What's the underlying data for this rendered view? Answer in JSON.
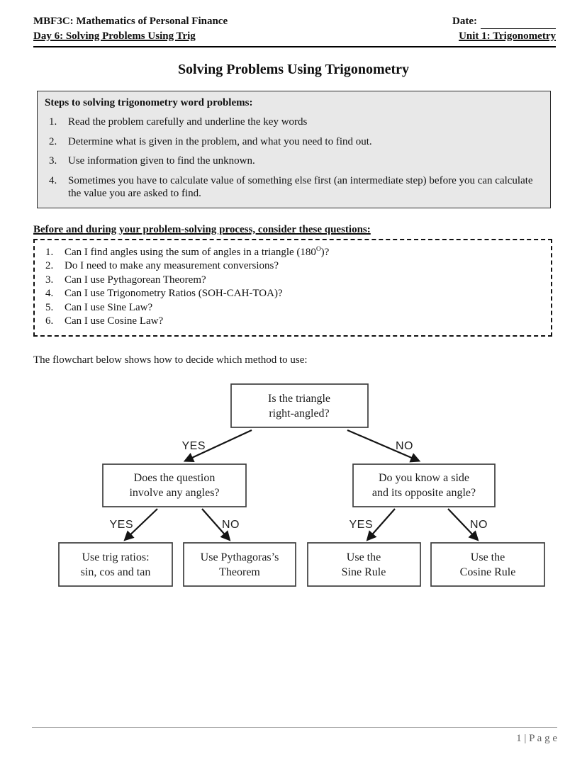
{
  "header": {
    "course": "MBF3C: Mathematics of Personal Finance",
    "date_label": "Date:",
    "day_title": "Day 6: Solving Problems Using Trig",
    "unit": "Unit 1: Trigonometry"
  },
  "title": "Solving Problems Using Trigonometry",
  "steps": {
    "heading": "Steps to solving trigonometry word problems:",
    "items": [
      {
        "num": "1.",
        "text": "Read the problem carefully and underline the key words"
      },
      {
        "num": "2.",
        "text": "Determine what is given in the problem, and what you need to find out."
      },
      {
        "num": "3.",
        "text": "Use information given to find the unknown."
      },
      {
        "num": "4.",
        "text": "Sometimes you have to calculate value of something else first (an intermediate step) before you can calculate the value you are asked to find."
      }
    ]
  },
  "questions": {
    "heading": "Before and during your problem-solving process, consider these questions:",
    "items": [
      {
        "num": "1.",
        "text_pre": "Can I find angles using the sum of angles in a triangle (180",
        "sup": "O",
        "text_post": ")?"
      },
      {
        "num": "2.",
        "text": "Do I need to make any measurement conversions?"
      },
      {
        "num": "3.",
        "text": "Can I use Pythagorean Theorem?"
      },
      {
        "num": "4.",
        "text": "Can I use Trigonometry Ratios (SOH-CAH-TOA)?"
      },
      {
        "num": "5.",
        "text": "Can I use Sine Law?"
      },
      {
        "num": "6.",
        "text": "Can I use Cosine Law?"
      }
    ]
  },
  "flowchart": {
    "intro": "The flowchart below shows how to decide which method to use:",
    "nodes": {
      "root": {
        "line1": "Is the triangle",
        "line2": "right-angled?"
      },
      "left": {
        "line1": "Does the question",
        "line2": "involve any angles?"
      },
      "right": {
        "line1": "Do you know a side",
        "line2": "and its opposite angle?"
      },
      "trig": {
        "line1": "Use trig ratios:",
        "line2": "sin, cos and tan"
      },
      "pyth": {
        "line1": "Use Pythagoras’s",
        "line2": "Theorem"
      },
      "sine": {
        "line1": "Use the",
        "line2": "Sine Rule"
      },
      "cosine": {
        "line1": "Use the",
        "line2": "Cosine Rule"
      }
    },
    "labels": {
      "yes": "YES",
      "no": "NO"
    }
  },
  "footer": {
    "page_label": "1 | P a g e"
  },
  "colors": {
    "steps_box_bg": "#e8e8e8",
    "border": "#000000",
    "footer_text": "#5f5f5f"
  }
}
